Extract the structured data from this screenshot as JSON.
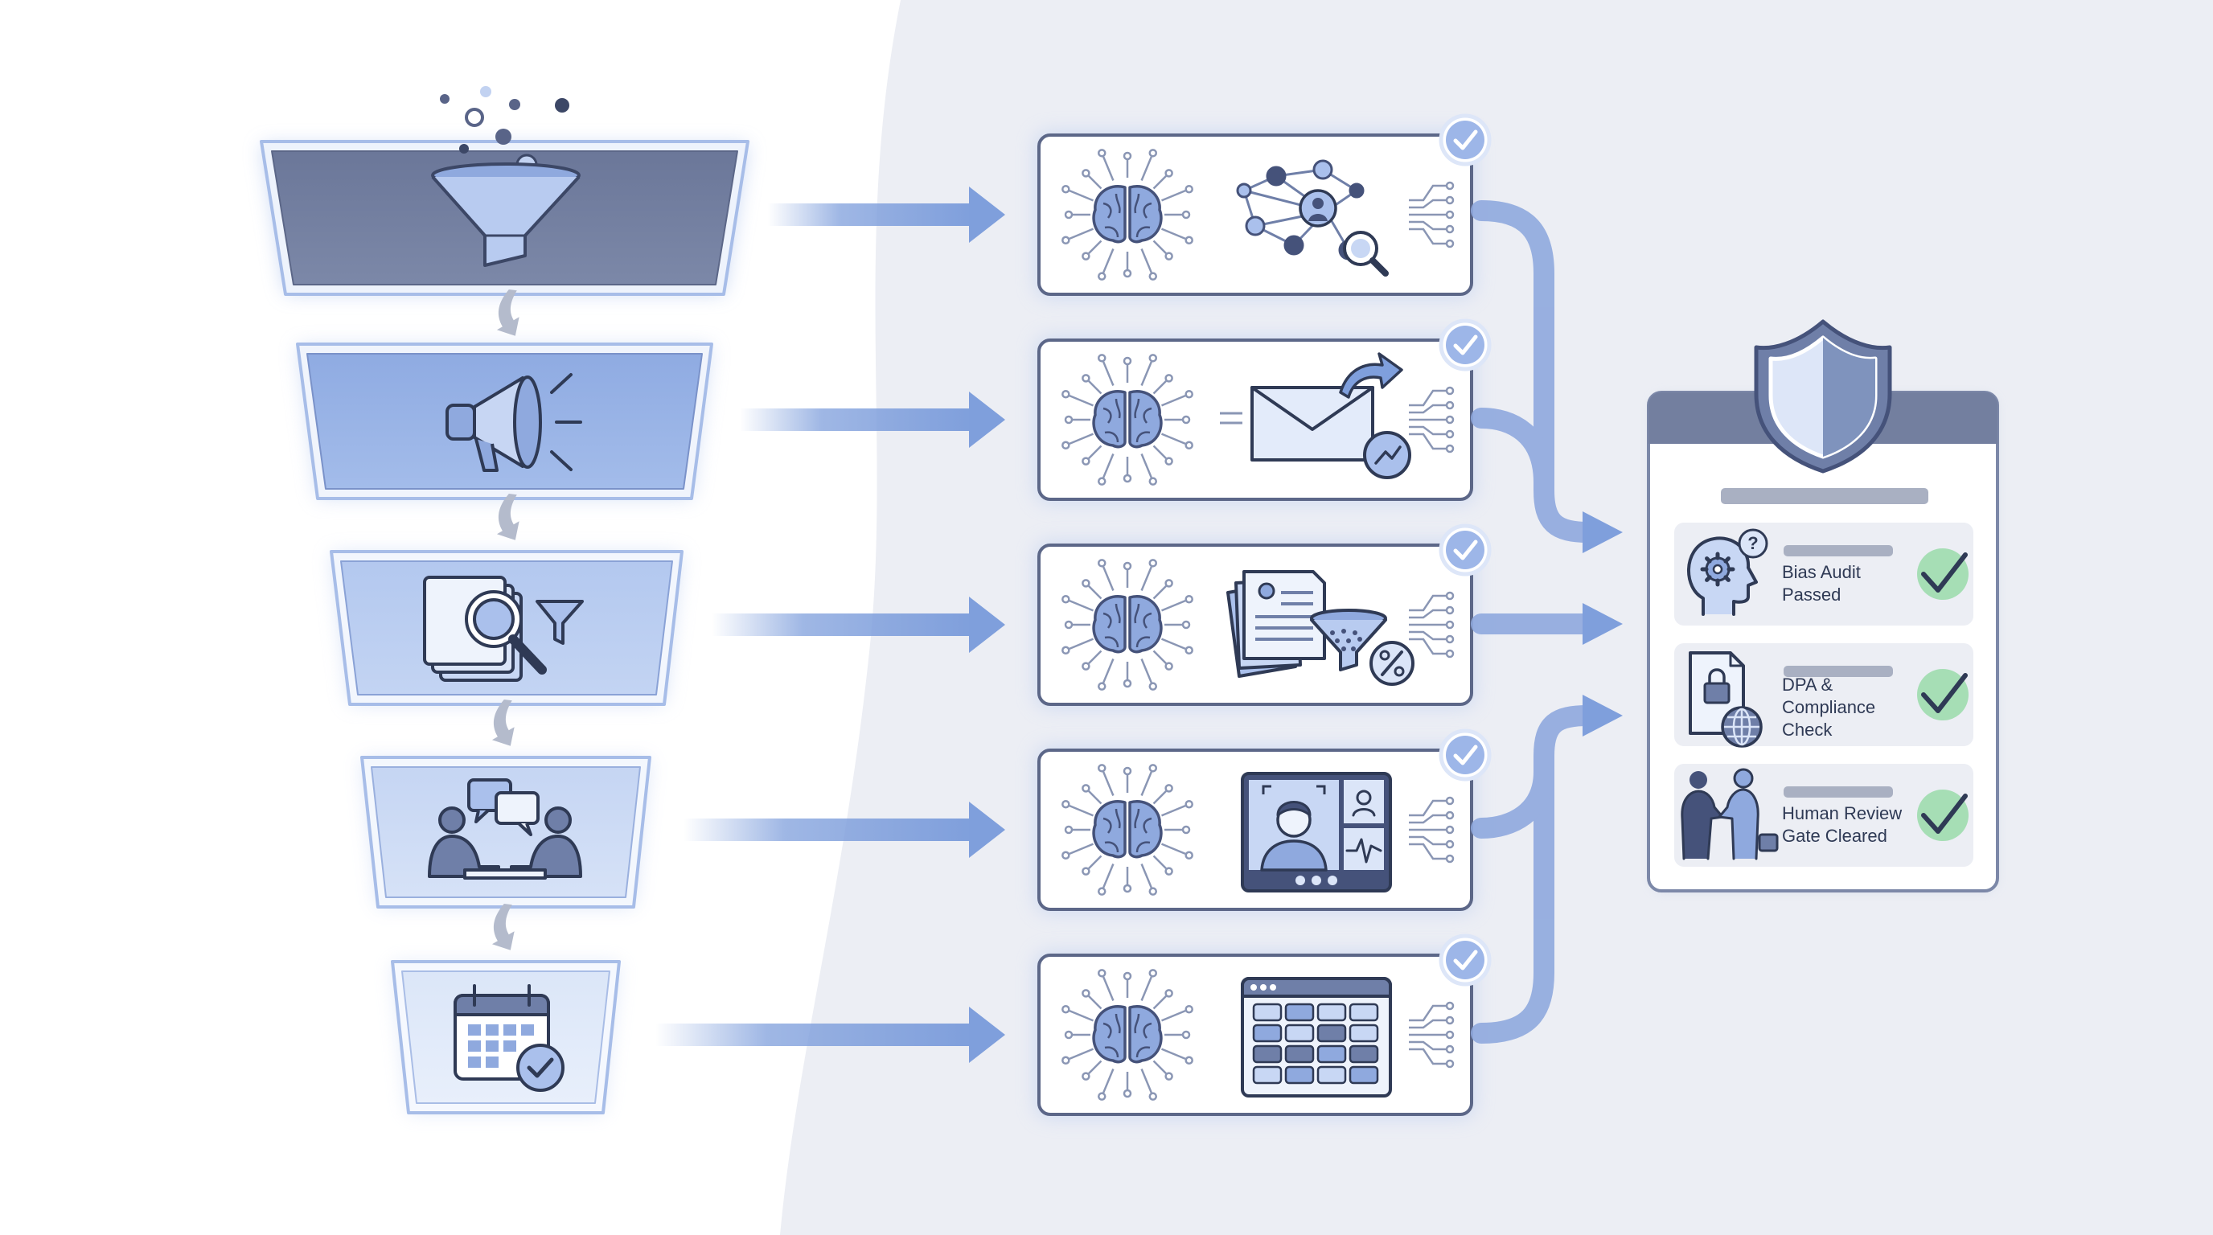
{
  "colors": {
    "background_left": "#ffffff",
    "background_right": "#eceef4",
    "funnel_dark": "#737f9f",
    "funnel_mid": "#97b2e4",
    "funnel_light": "#c3d4f1",
    "accent_blue": "#7f9fdc",
    "outline_navy": "#45527a",
    "check_green": "#5cc47a"
  },
  "funnel_stages": [
    {
      "icon": "funnel-icon"
    },
    {
      "icon": "megaphone-icon"
    },
    {
      "icon": "document-search-filter-icon"
    },
    {
      "icon": "interview-meeting-icon"
    },
    {
      "icon": "calendar-check-icon"
    }
  ],
  "ai_steps": [
    {
      "icon": "network-search-icon"
    },
    {
      "icon": "email-outreach-icon"
    },
    {
      "icon": "resume-filter-percent-icon"
    },
    {
      "icon": "video-interview-icon"
    },
    {
      "icon": "schedule-grid-icon"
    }
  ],
  "compliance": {
    "header_icon": "shield-icon",
    "items": [
      {
        "icon": "head-gear-question-icon",
        "label_lines": [
          "Bias Audit",
          "Passed"
        ]
      },
      {
        "icon": "document-lock-globe-icon",
        "label_lines": [
          "DPA &",
          "Compliance",
          "Check"
        ]
      },
      {
        "icon": "handshake-icon",
        "label_lines": [
          "Human Review",
          "Gate Cleared"
        ]
      }
    ]
  }
}
